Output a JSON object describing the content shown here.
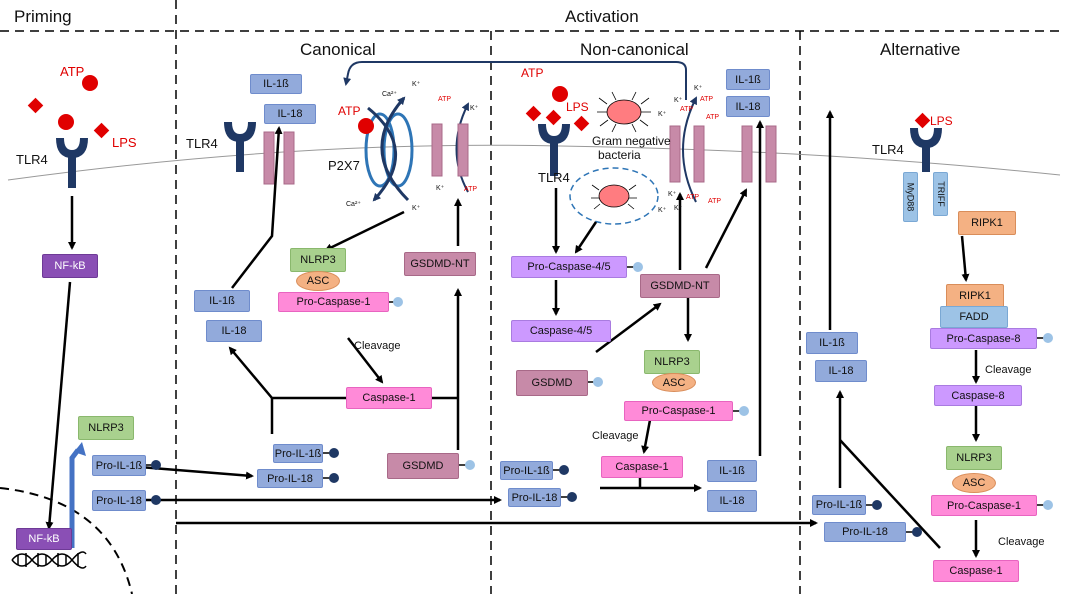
{
  "headers": {
    "priming": "Priming",
    "activation": "Activation",
    "canonical": "Canonical",
    "non_canonical": "Non-canonical",
    "alternative": "Alternative"
  },
  "molecules": {
    "atp": "ATP",
    "lps": "LPS",
    "tlr4": "TLR4",
    "p2x7": "P2X7",
    "nfkb": "NF-kB",
    "nlrp3": "NLRP3",
    "asc": "ASC",
    "pro_il1b": "Pro-IL-1ß",
    "pro_il18": "Pro-IL-18",
    "il1b": "IL-1ß",
    "il18": "IL-18",
    "pro_casp1": "Pro-Caspase-1",
    "casp1": "Caspase-1",
    "gsdmd": "GSDMD",
    "gsdmd_nt": "GSDMD-NT",
    "pro_casp45": "Pro-Caspase-4/5",
    "casp45": "Caspase-4/5",
    "gram_neg": "Gram negative",
    "bacteria": "bacteria",
    "cleavage": "Cleavage",
    "myd88": "MyD88",
    "triff": "TRIFF",
    "ripk1": "RIPK1",
    "fadd": "FADD",
    "pro_casp8": "Pro-Caspase-8",
    "casp8": "Caspase-8",
    "ca": "Ca²⁺",
    "k": "K⁺"
  },
  "colors": {
    "receptor": "#1f3864",
    "membrane_channel": "#c78aa8",
    "atp_red": "#e00000"
  }
}
